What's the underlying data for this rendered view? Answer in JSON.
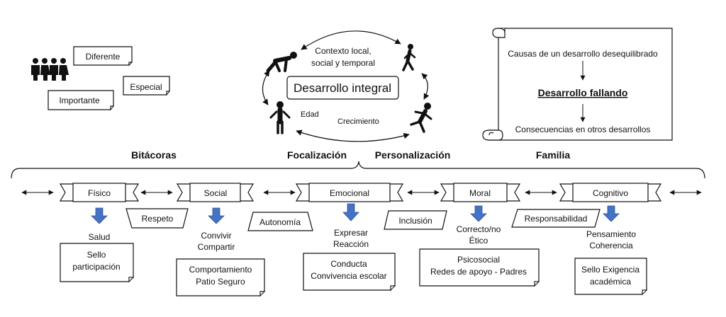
{
  "tags": {
    "diferente": "Diferente",
    "especial": "Especial",
    "importante": "Importante"
  },
  "cycle": {
    "center": "Desarrollo integral",
    "context_line1": "Contexto local,",
    "context_line2": "social y temporal",
    "edad": "Edad",
    "crecimiento": "Crecimiento"
  },
  "scroll": {
    "causes": "Causas de un desarrollo desequilibrado",
    "failing": "Desarrollo fallando",
    "consequences": "Consecuencias en otros desarrollos"
  },
  "headers": {
    "bitacoras": "Bitácoras",
    "focalizacion": "Focalización",
    "personalizacion": "Personalización",
    "familia": "Familia"
  },
  "banners": [
    "Físico",
    "Social",
    "Emocional",
    "Moral",
    "Cognitivo"
  ],
  "connectors": [
    "Respeto",
    "Autonomía",
    "Inclusión",
    "Responsabilidad"
  ],
  "outcomes": {
    "fisico": [
      "Salud"
    ],
    "social": [
      "Convivir",
      "Compartir"
    ],
    "emocional": [
      "Expresar",
      "Reacción"
    ],
    "moral": [
      "Correcto/no",
      "Ético"
    ],
    "cognitivo": [
      "Pensamiento",
      "Coherencia"
    ]
  },
  "notes": {
    "fisico": [
      "Sello",
      "participación"
    ],
    "social": [
      "Comportamiento",
      "Patio Seguro"
    ],
    "emocional": [
      "Conducta",
      "Convivencia escolar"
    ],
    "moral": [
      "Psicosocial",
      "Redes de apoyo - Padres"
    ],
    "cognitivo": [
      "Sello Exigencia",
      "académica"
    ]
  },
  "colors": {
    "arrow_blue": "#4472C4",
    "ink": "#111111"
  }
}
